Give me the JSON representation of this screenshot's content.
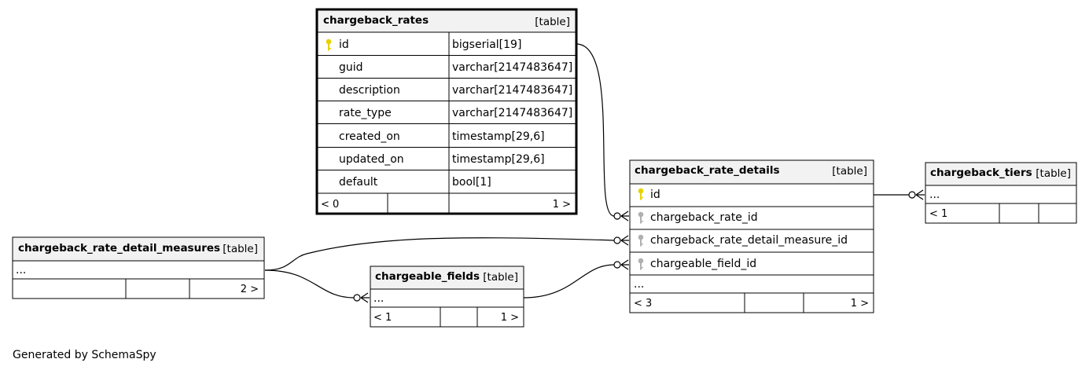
{
  "tables": {
    "rates": {
      "name": "chargeback_rates",
      "tag": "[table]",
      "columns": [
        {
          "name": "id",
          "type": "bigserial[19]",
          "icon": "primary-key-icon"
        },
        {
          "name": "guid",
          "type": "varchar[2147483647]"
        },
        {
          "name": "description",
          "type": "varchar[2147483647]"
        },
        {
          "name": "rate_type",
          "type": "varchar[2147483647]"
        },
        {
          "name": "created_on",
          "type": "timestamp[29,6]"
        },
        {
          "name": "updated_on",
          "type": "timestamp[29,6]"
        },
        {
          "name": "default",
          "type": "bool[1]"
        }
      ],
      "footer_left": "< 0",
      "footer_right": "1 >"
    },
    "details": {
      "name": "chargeback_rate_details",
      "tag": "[table]",
      "columns": [
        {
          "name": "id",
          "icon": "primary-key-icon"
        },
        {
          "name": "chargeback_rate_id",
          "icon": "foreign-key-icon"
        },
        {
          "name": "chargeback_rate_detail_measure_id",
          "icon": "foreign-key-icon"
        },
        {
          "name": "chargeable_field_id",
          "icon": "foreign-key-icon"
        }
      ],
      "ellipsis": "...",
      "footer_left": "< 3",
      "footer_right": "1 >"
    },
    "tiers": {
      "name": "chargeback_tiers",
      "tag": "[table]",
      "ellipsis": "...",
      "footer_left": "< 1"
    },
    "measures": {
      "name": "chargeback_rate_detail_measures",
      "tag": "[table]",
      "ellipsis": "...",
      "footer_right": "2 >"
    },
    "fields": {
      "name": "chargeable_fields",
      "tag": "[table]",
      "ellipsis": "...",
      "footer_left": "< 1",
      "footer_right": "1 >"
    }
  },
  "colors": {
    "header_fill": "#f2f2f2",
    "primary_key": "#e6d200",
    "foreign_key": "#b0b0b0",
    "line": "#000000"
  },
  "footer_text": "Generated by SchemaSpy"
}
